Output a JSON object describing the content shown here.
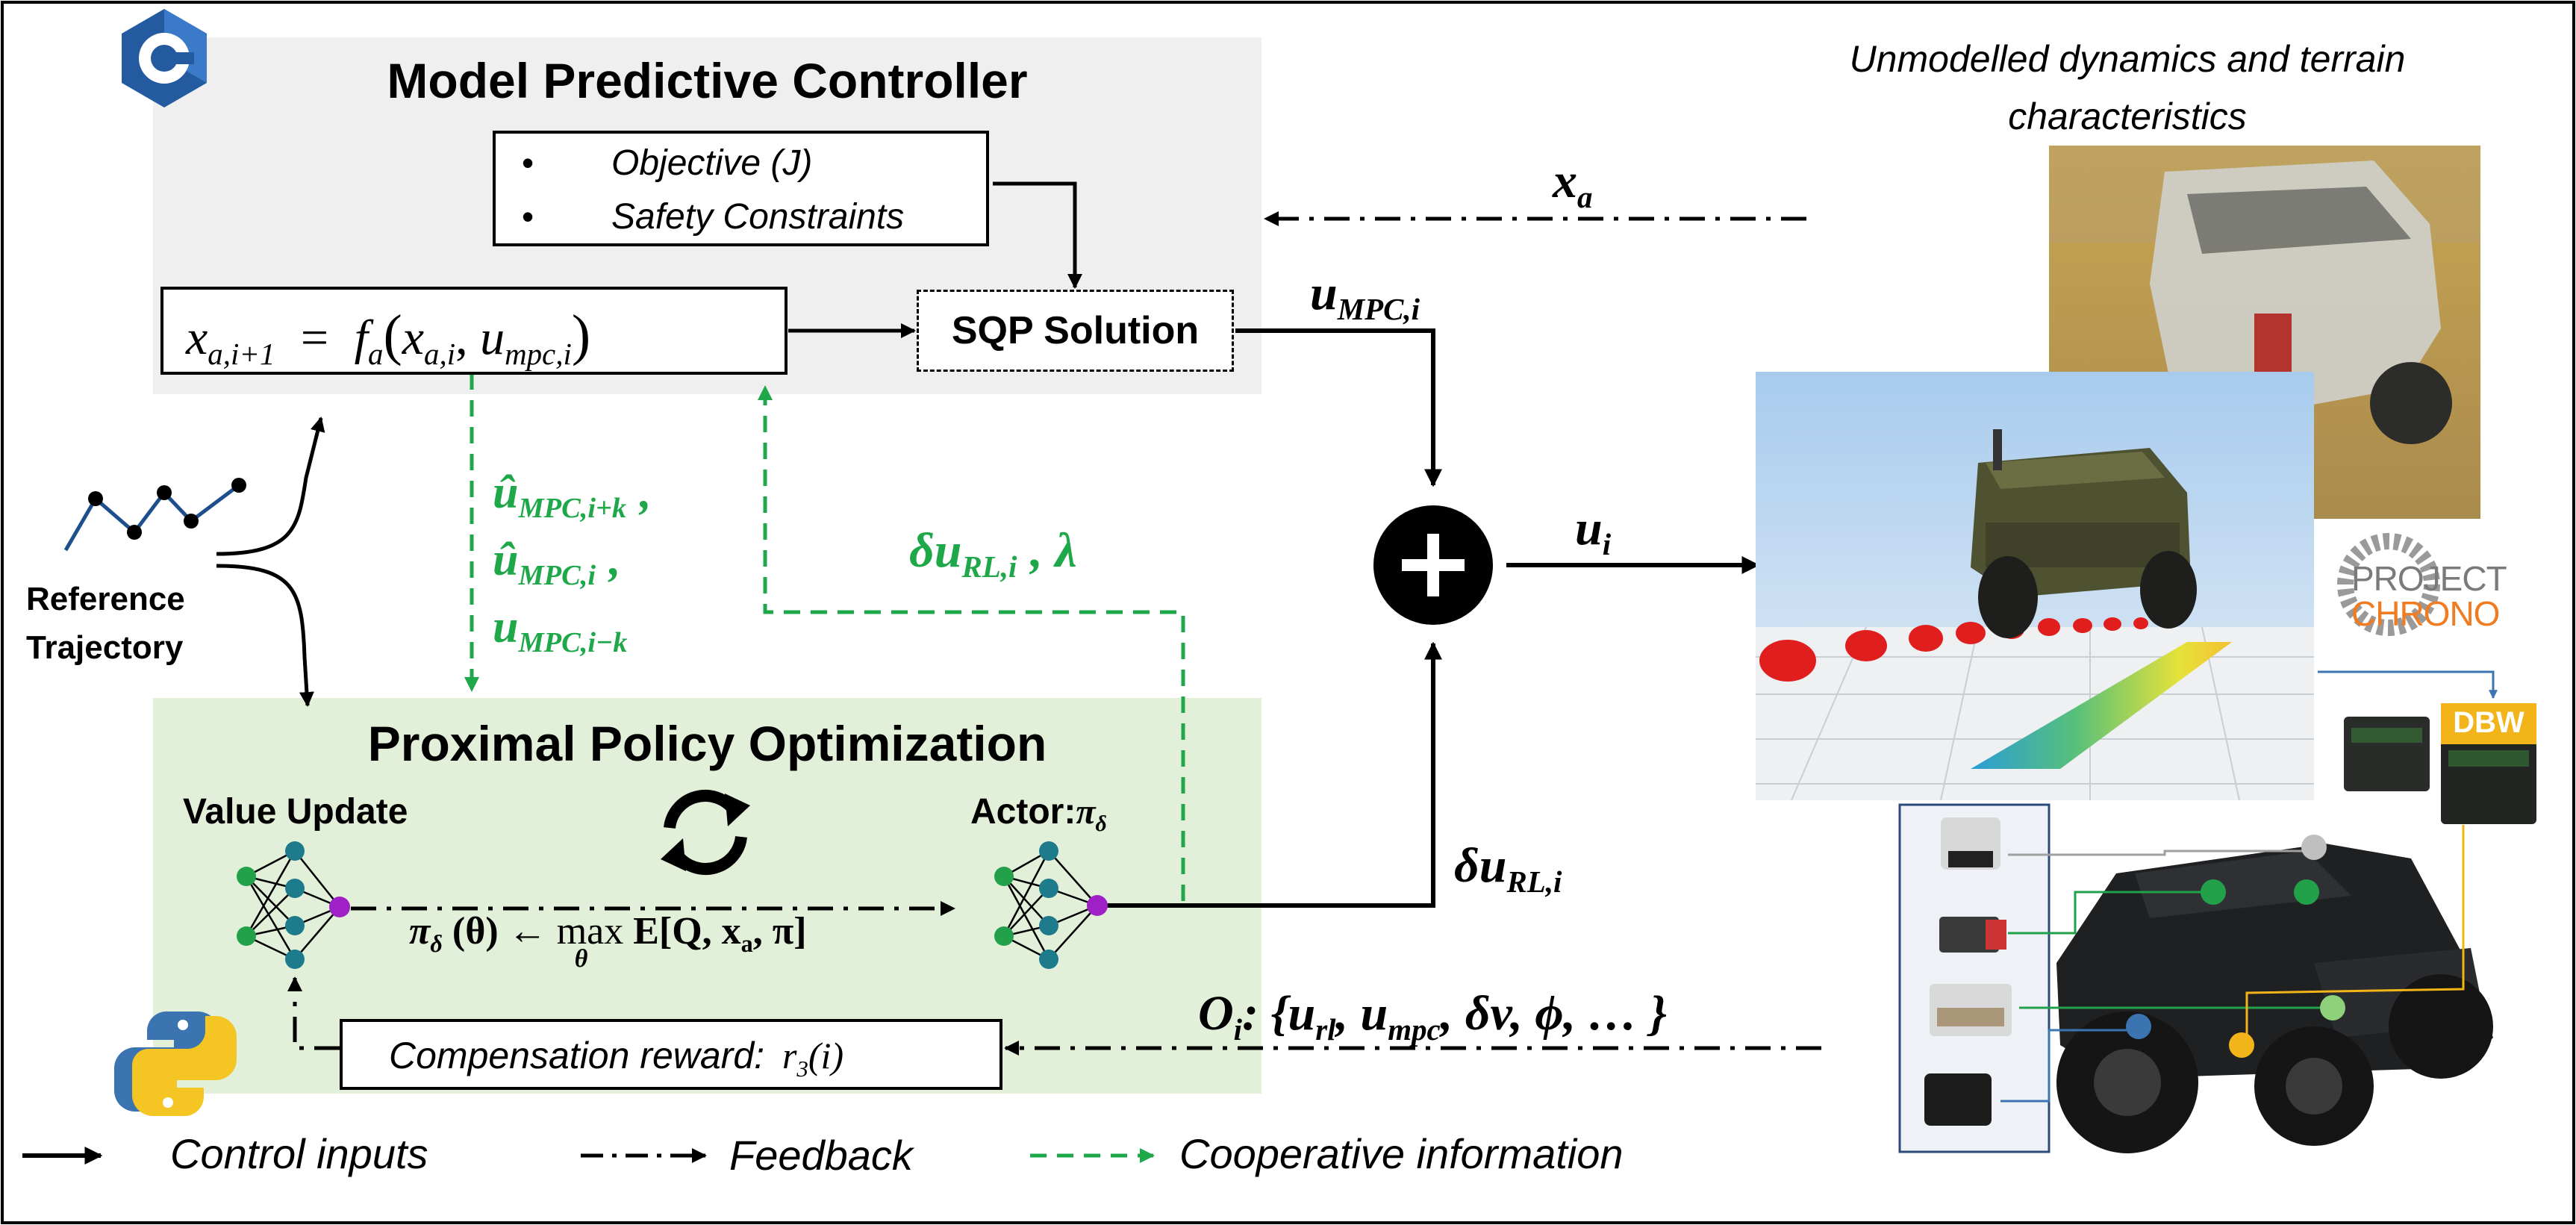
{
  "mpc": {
    "title": "Model Predictive Controller",
    "objective_label": "Objective (J)",
    "constraints_label": "Safety Constraints",
    "model_eq": {
      "lhs": "x",
      "lhs_sub": "a,i+1",
      "eq": "=",
      "f": "f",
      "f_sub": "a",
      "x": "x",
      "x_sub": "a,i",
      "u": "u",
      "u_sub": "mpc,i"
    },
    "sqp_label": "SQP Solution"
  },
  "ppo": {
    "title": "Proximal Policy Optimization",
    "value_update_label": "Value Update",
    "actor_label": "Actor:",
    "actor_pi": "π",
    "actor_sub": "δ",
    "policy_eq": {
      "lhs": "π",
      "lhs_sub": "δ",
      "arg": "(θ) ←",
      "max": "max",
      "max_sub": "θ",
      "rhs": "E[Q, x",
      "rhs_sub": "a",
      "rhs_end": ", π]"
    },
    "reward_label": "Compensation reward:",
    "reward_math": "r",
    "reward_sub": "3",
    "reward_arg": "(i)"
  },
  "signals": {
    "xa": {
      "base": "x",
      "sub": "a"
    },
    "u_mpc": {
      "base": "u",
      "sub": "MPC,i"
    },
    "u_i": {
      "base": "u",
      "sub": "i"
    },
    "delta_u_rl_right": {
      "base": "δu",
      "sub": "RL,i"
    },
    "delta_u_rl_lambda": {
      "base": "δu",
      "sub": "RL,i",
      "tail": ", λ"
    },
    "coop_list": [
      {
        "base": "û",
        "sub": "MPC,i+k",
        "tail": ","
      },
      {
        "base": "û",
        "sub": "MPC,i",
        "tail": ","
      },
      {
        "base": "u",
        "sub": "MPC,i−k",
        "tail": ""
      }
    ],
    "observation": {
      "base": "O",
      "sub": "i",
      "rest_open": ": {",
      "items": [
        {
          "base": "u",
          "sub": "rl"
        },
        {
          "base": "u",
          "sub": "mpc"
        },
        {
          "base": "δv"
        },
        {
          "base": "ϕ"
        }
      ],
      "rest_close": ", … }"
    }
  },
  "reference_trajectory_label": [
    "Reference",
    "Trajectory"
  ],
  "unmodelled_label": [
    "Unmodelled dynamics and terrain",
    "characteristics"
  ],
  "chrono_logo": {
    "line1": "PROJECT",
    "line2": "CHRONO"
  },
  "dbw_label": "DBW",
  "legend": {
    "control": "Control inputs",
    "feedback": "Feedback",
    "coop": "Cooperative information"
  },
  "colors": {
    "mpc_bg": "#efefef",
    "ppo_bg": "#e2efd9",
    "coop_green": "#1fa84a",
    "neuron_green": "#22a04a",
    "neuron_teal": "#1e7b8c",
    "neuron_purple": "#a020c8",
    "cpp_blue": "#235aa0",
    "python_blue": "#3b74b0",
    "python_yellow": "#f5c623",
    "chrono_orange": "#f07b20",
    "dbw_yellow": "#f2b418"
  },
  "icons": [
    "cpp-logo-icon",
    "python-logo-icon",
    "refresh-cycle-icon",
    "plus-summation-icon",
    "neural-network-icon"
  ]
}
